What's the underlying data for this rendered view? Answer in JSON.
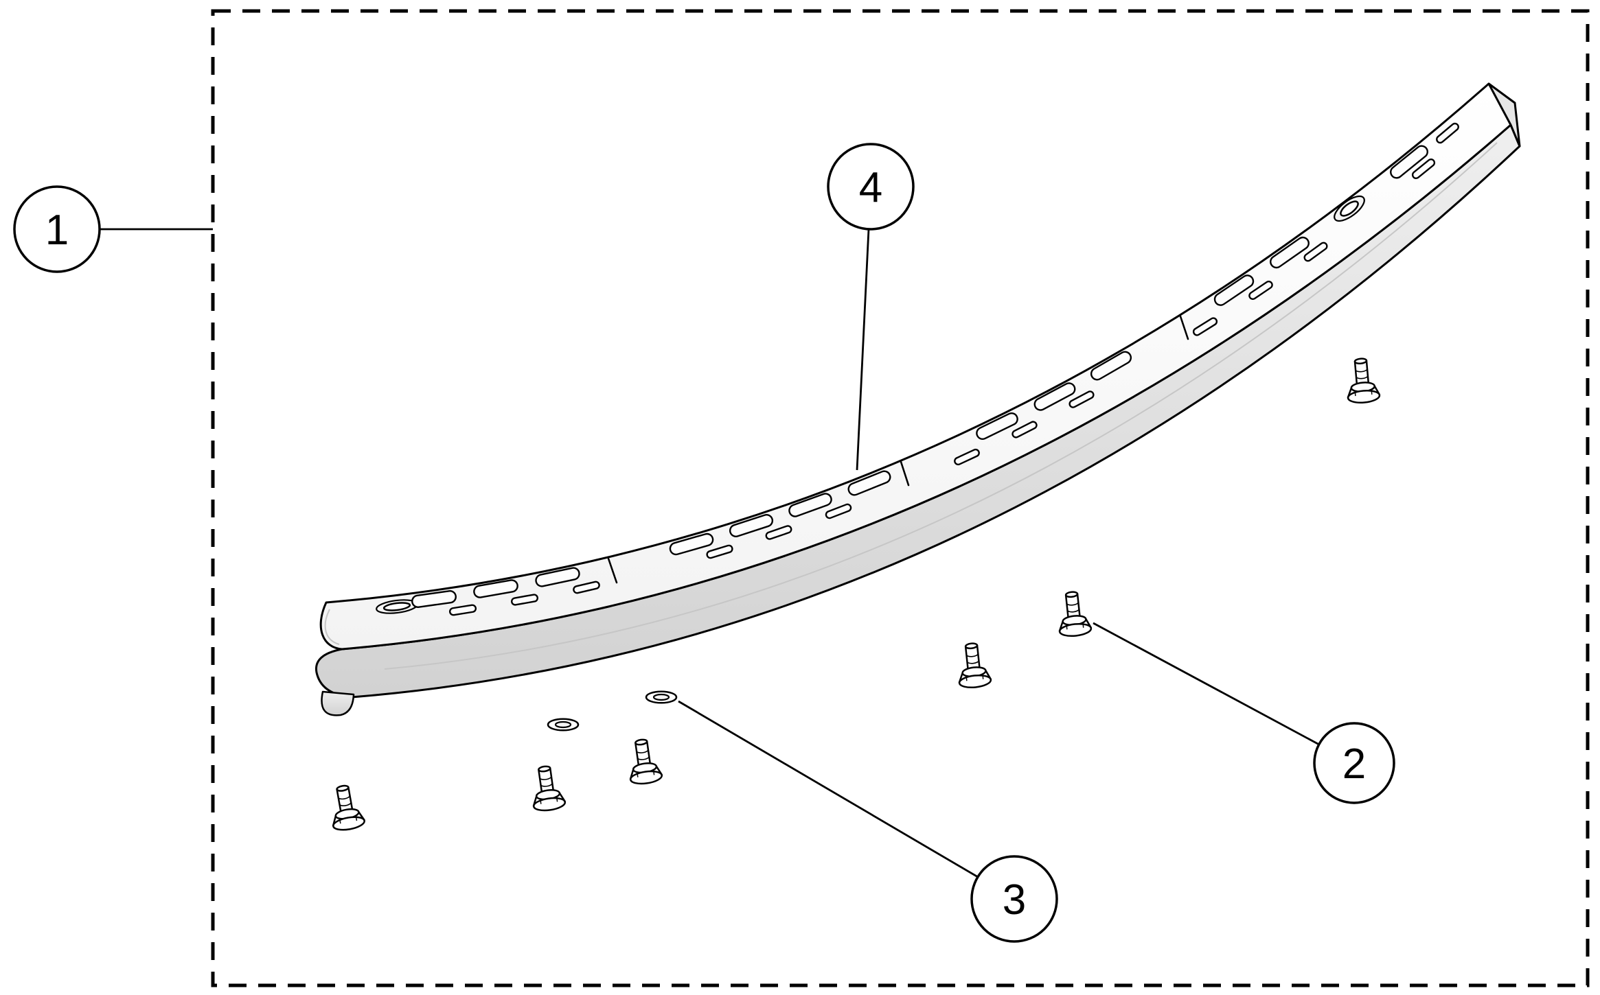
{
  "diagram": {
    "type": "exploded-parts-diagram",
    "callouts": [
      {
        "label": "1",
        "target": "assembly-boundary"
      },
      {
        "label": "2",
        "target": "screw"
      },
      {
        "label": "3",
        "target": "washer"
      },
      {
        "label": "4",
        "target": "reinforcement-bar"
      }
    ],
    "colors": {
      "line": "#000000",
      "background": "#ffffff",
      "part_fill": "#ffffff",
      "front_shade_light": "#efefef",
      "front_shade_dark": "#d2d2d2",
      "cap_shade": "#e6e6e6"
    }
  }
}
